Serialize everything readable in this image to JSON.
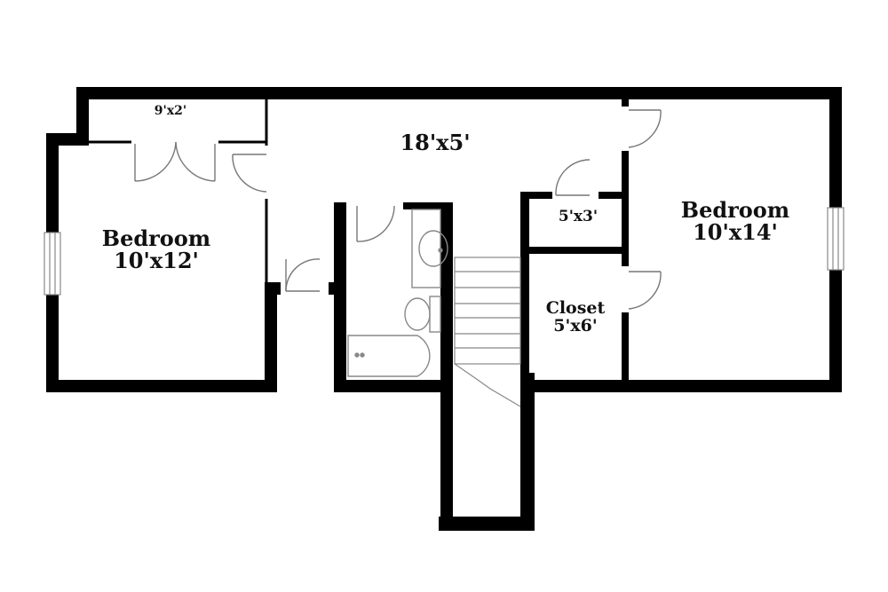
{
  "rooms": {
    "bedroom_left": {
      "name": "Bedroom",
      "size": "10'x12'"
    },
    "closet_top_left": {
      "size": "9'x2'"
    },
    "hall": {
      "size": "18'x5'"
    },
    "closet_small": {
      "size": "5'x3'"
    },
    "bedroom_right": {
      "name": "Bedroom",
      "size": "10'x14'"
    },
    "closet_walkin": {
      "name": "Closet",
      "size": "5'x6'"
    }
  }
}
